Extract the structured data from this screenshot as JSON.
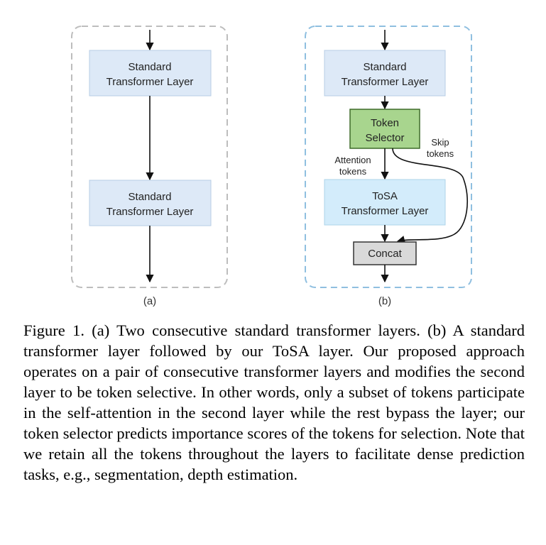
{
  "panel_a": {
    "label": "(a)",
    "layer1": [
      "Standard",
      "Transformer Layer"
    ],
    "layer2": [
      "Standard",
      "Transformer Layer"
    ]
  },
  "panel_b": {
    "label": "(b)",
    "layer1": [
      "Standard",
      "Transformer Layer"
    ],
    "selector": [
      "Token",
      "Selector"
    ],
    "attention_tokens": [
      "Attention",
      "tokens"
    ],
    "skip_tokens": [
      "Skip",
      "tokens"
    ],
    "tosa_layer": [
      "ToSA",
      "Transformer Layer"
    ],
    "concat": "Concat"
  },
  "colors": {
    "layer_fill": "#dde9f7",
    "tosa_fill": "#d3ecfb",
    "selector_fill": "#a8d58e",
    "concat_fill": "#d9d9d9",
    "panel_a_border": "#bdbdbd",
    "panel_b_border": "#8fbfe0"
  },
  "caption": "Figure 1. (a) Two consecutive standard transformer layers. (b) A standard transformer layer followed by our ToSA layer. Our proposed approach operates on a pair of consecutive transformer layers and modifies the second layer to be token selective. In other words, only a subset of tokens participate in the self-attention in the second layer while the rest bypass the layer; our token selector predicts importance scores of the tokens for selection. Note that we retain all the tokens throughout the layers to facilitate dense prediction tasks, e.g., segmentation, depth estimation."
}
